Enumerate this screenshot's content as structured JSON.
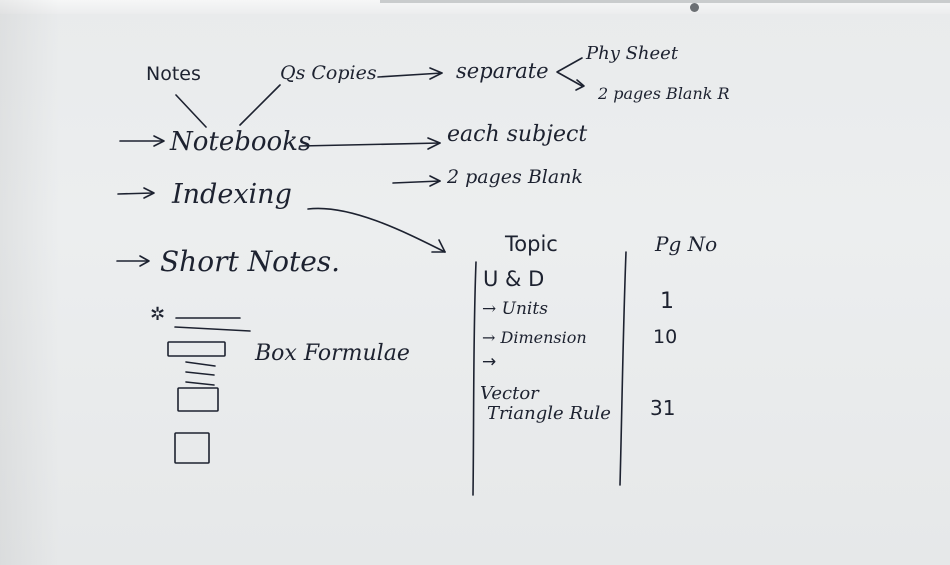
{
  "board": {
    "notes": "Notes",
    "qs_copies": "Qs Copies",
    "separate": "separate",
    "phy_sheet": "Phy Sheet",
    "two_pages_blank_top": "2 pages Blank R",
    "notebooks": "Notebooks",
    "each_subject": "each subject",
    "two_pages_blank": "2 pages Blank",
    "indexing": "Indexing",
    "short_notes": "Short Notes.",
    "box_formulae": "Box Formulae",
    "star": "✲"
  },
  "index_table": {
    "topic_header": "Topic",
    "page_header": "Pg No",
    "rows": [
      {
        "topic": "U & D",
        "page": ""
      },
      {
        "topic": "→ Units",
        "page": "1"
      },
      {
        "topic": "→ Dimension",
        "page": "10"
      },
      {
        "topic": "→",
        "page": ""
      },
      {
        "topic": "Vector",
        "page": ""
      },
      {
        "topic": "Triangle Rule",
        "page": "31"
      }
    ]
  }
}
